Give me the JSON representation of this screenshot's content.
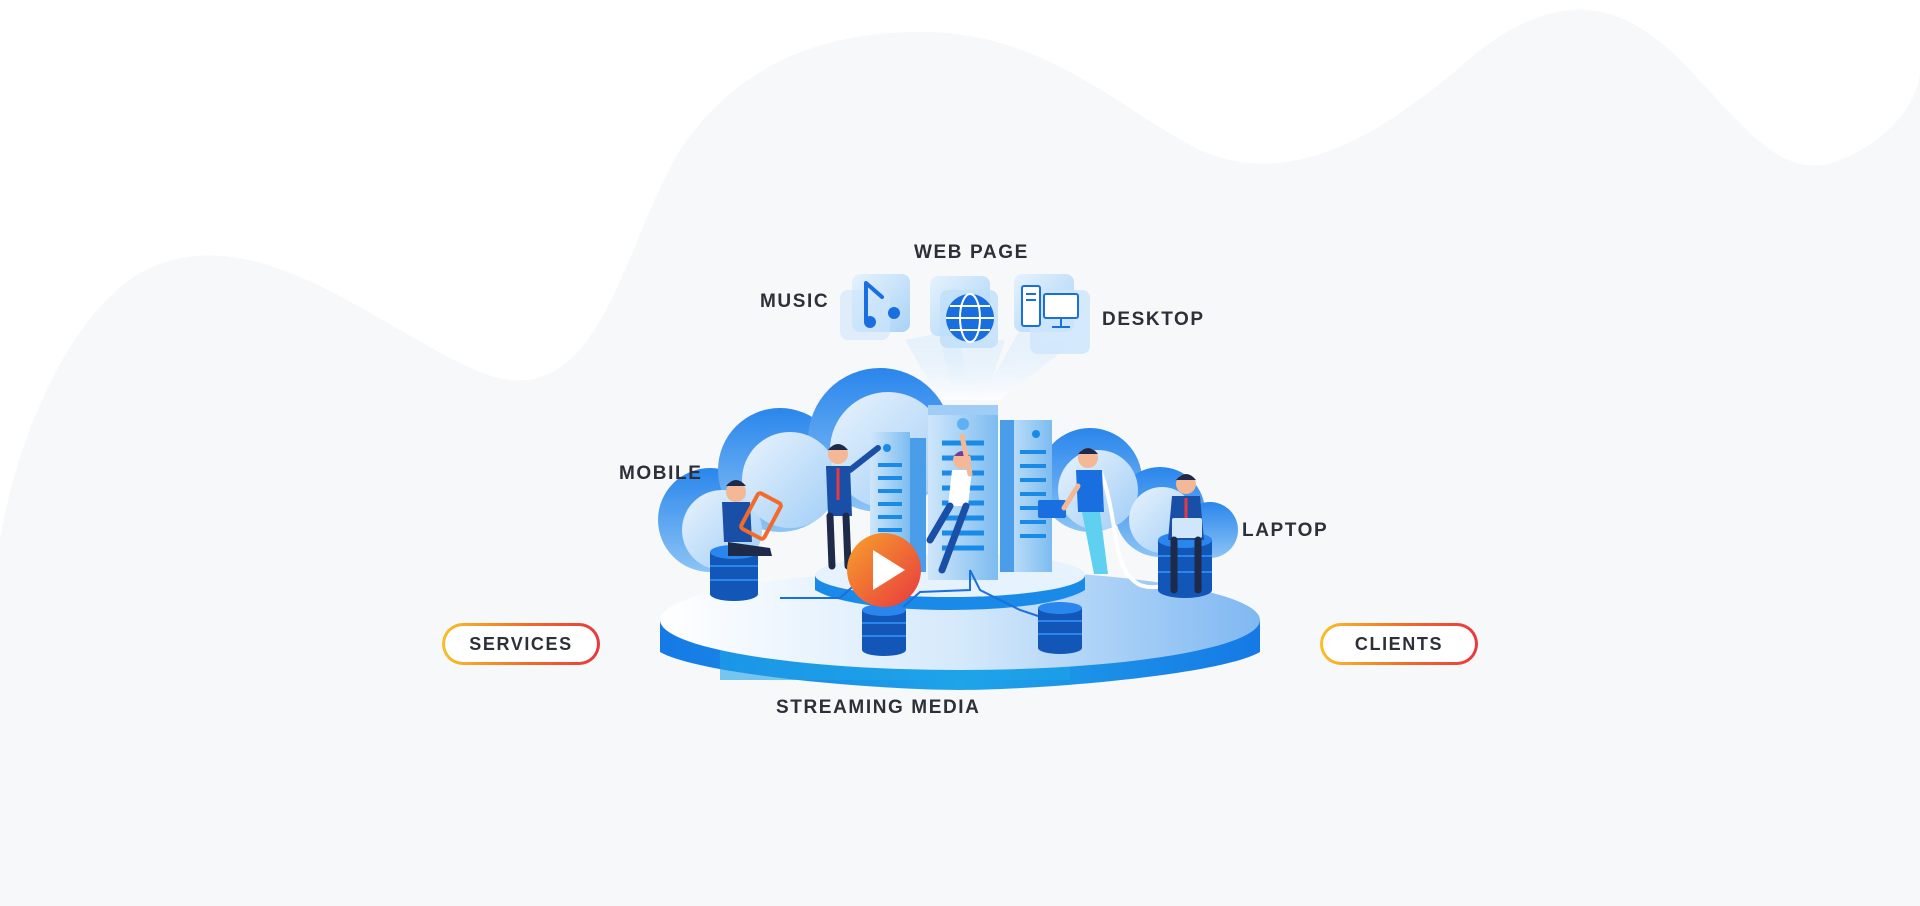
{
  "labels": {
    "web_page": "WEB PAGE",
    "music": "MUSIC",
    "desktop": "DESKTOP",
    "mobile": "MOBILE",
    "laptop": "LAPTOP",
    "streaming_media": "STREAMING MEDIA"
  },
  "buttons": {
    "services": "SERVICES",
    "clients": "CLIENTS"
  },
  "colors": {
    "background": "#f7f8fa",
    "wave": "#ffffff",
    "primary_blue": "#1a6fe0",
    "light_blue": "#8cc4f5",
    "accent_orange": "#f26b2a",
    "accent_yellow": "#f7c02b",
    "accent_red": "#e8383f",
    "label_text": "#2d3038"
  }
}
